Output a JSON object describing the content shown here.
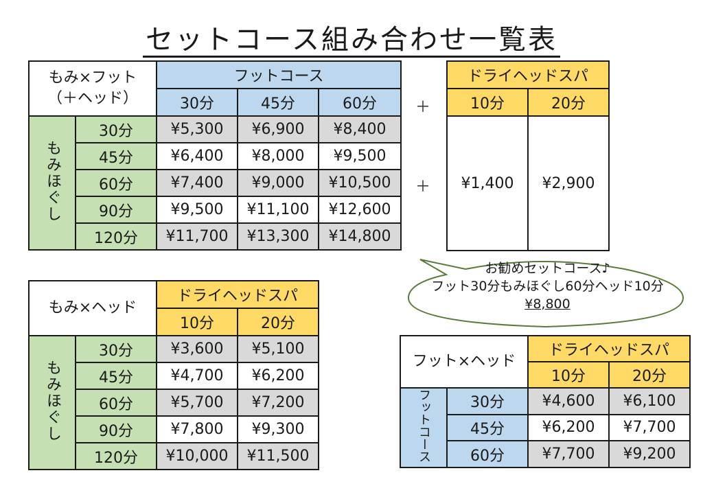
{
  "title": "セットコース組み合わせ一覧表",
  "plus_sign": "＋",
  "table1": {
    "corner_lines": [
      "もみ×フット",
      "（＋ヘッド）"
    ],
    "col_group": "フットコース",
    "cols": [
      "30分",
      "45分",
      "60分"
    ],
    "row_group": "もみほぐし",
    "rows": [
      {
        "label": "30分",
        "values": [
          "¥5,300",
          "¥6,900",
          "¥8,400"
        ]
      },
      {
        "label": "45分",
        "values": [
          "¥6,400",
          "¥8,000",
          "¥9,500"
        ]
      },
      {
        "label": "60分",
        "values": [
          "¥7,400",
          "¥9,000",
          "¥10,500"
        ]
      },
      {
        "label": "90分",
        "values": [
          "¥9,500",
          "¥11,100",
          "¥12,600"
        ]
      },
      {
        "label": "120分",
        "values": [
          "¥11,700",
          "¥13,300",
          "¥14,800"
        ]
      }
    ]
  },
  "table2": {
    "col_group": "ドライヘッドスパ",
    "cols": [
      "10分",
      "20分"
    ],
    "values": [
      "¥1,400",
      "¥2,900"
    ]
  },
  "table3": {
    "corner": "もみ×ヘッド",
    "col_group": "ドライヘッドスパ",
    "cols": [
      "10分",
      "20分"
    ],
    "row_group": "もみほぐし",
    "rows": [
      {
        "label": "30分",
        "values": [
          "¥3,600",
          "¥5,100"
        ]
      },
      {
        "label": "45分",
        "values": [
          "¥4,700",
          "¥6,200"
        ]
      },
      {
        "label": "60分",
        "values": [
          "¥5,700",
          "¥7,200"
        ]
      },
      {
        "label": "90分",
        "values": [
          "¥7,800",
          "¥9,300"
        ]
      },
      {
        "label": "120分",
        "values": [
          "¥10,000",
          "¥11,500"
        ]
      }
    ]
  },
  "table4": {
    "corner": "フット×ヘッド",
    "col_group": "ドライヘッドスパ",
    "cols": [
      "10分",
      "20分"
    ],
    "row_group": "フットコース",
    "rows": [
      {
        "label": "30分",
        "values": [
          "¥4,600",
          "¥6,100"
        ]
      },
      {
        "label": "45分",
        "values": [
          "¥6,200",
          "¥7,700"
        ]
      },
      {
        "label": "60分",
        "values": [
          "¥7,700",
          "¥9,200"
        ]
      }
    ]
  },
  "recommend": {
    "heading": "お勧めセットコース♪",
    "detail": "フット30分もみほぐし60分ヘッド10分",
    "price": "¥8,800"
  },
  "colors": {
    "blue": "#bdd7ee",
    "yellow": "#ffd966",
    "green": "#c5e0b3",
    "gray": "#d9d9d9",
    "bubble_border": "#5a7a3a"
  }
}
